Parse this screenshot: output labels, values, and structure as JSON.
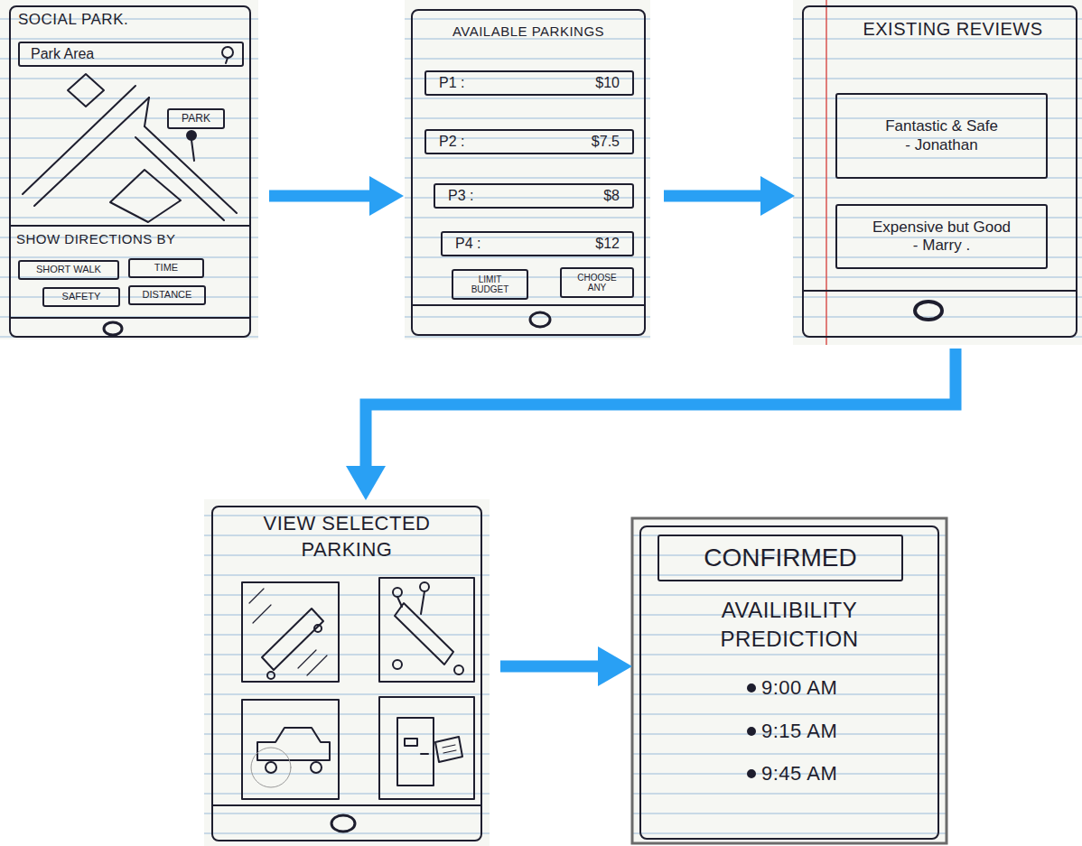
{
  "diagram": {
    "nodes": [
      {
        "text": [
          "SOCIAL PARK.",
          "SHOW DIRECTIONS BY"
        ]
      },
      {
        "text": [
          "Park Area"
        ],
        "in": 0
      },
      {
        "text": [
          "PARK"
        ],
        "in": 0
      },
      {
        "text": [
          "SHORT WALK"
        ],
        "in": 0
      },
      {
        "text": [
          "TIME"
        ],
        "in": 0
      },
      {
        "text": [
          "SAFETY"
        ],
        "in": 0
      },
      {
        "text": [
          "DISTANCE"
        ],
        "in": 0
      },
      {
        "text": [
          "AVAILABLE PARKINGS"
        ]
      },
      {
        "text": [
          "P1 :",
          "$10"
        ],
        "in": 7
      },
      {
        "text": [
          "P2 :",
          "$7.5"
        ],
        "in": 7
      },
      {
        "text": [
          "P3 :",
          "$8"
        ],
        "in": 7
      },
      {
        "text": [
          "P4 :",
          "$12"
        ],
        "in": 7
      },
      {
        "text": [
          "LIMIT BUDGET"
        ],
        "in": 7
      },
      {
        "text": [
          "CHOOSE ANY"
        ],
        "in": 7
      },
      {
        "text": [
          "EXISTING REVIEWS"
        ]
      },
      {
        "text": [
          "Fantastic & Safe",
          "- Jonathan"
        ],
        "in": 14
      },
      {
        "text": [
          "Expensive but Good",
          "- Marry ."
        ],
        "in": 14
      },
      {
        "text": [
          "VIEW SELECTED PARKING"
        ]
      },
      {
        "text": [
          "AVAILIBILITY PREDICTION",
          "9:00 AM",
          "9:15 AM",
          "9:45 AM"
        ]
      },
      {
        "text": [
          "CONFIRMED"
        ],
        "in": 18
      }
    ],
    "edges": [
      {
        "from": 0,
        "to": 7,
        "arrow": "to"
      },
      {
        "from": 7,
        "to": 14,
        "arrow": "to"
      },
      {
        "from": 14,
        "to": 17,
        "arrow": "to"
      },
      {
        "from": 17,
        "to": 18,
        "arrow": "to"
      }
    ]
  }
}
